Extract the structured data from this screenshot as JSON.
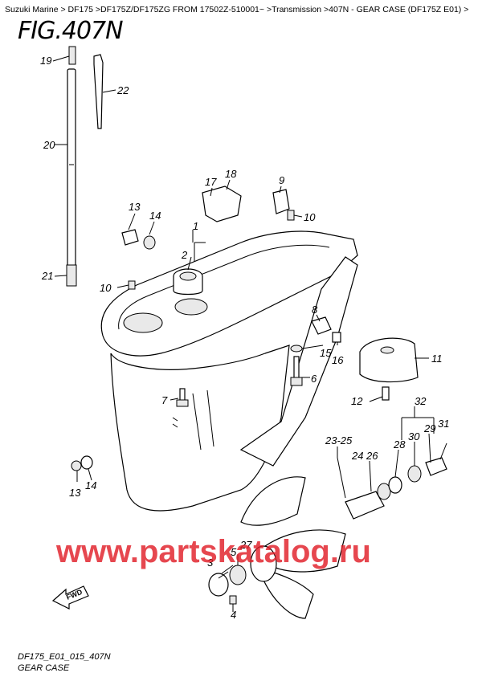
{
  "breadcrumb": "Suzuki Marine > DF175 >DF175Z/DF175ZG FROM 17502Z-510001~ >Transmission >407N - GEAR CASE (DF175Z E01) >",
  "figure": {
    "title": "FIG.407N"
  },
  "callouts": {
    "p1": "1",
    "p2": "2",
    "p3": "3",
    "p4": "4",
    "p5": "5",
    "p6": "6",
    "p7": "7",
    "p8": "8",
    "p9": "9",
    "p10a": "10",
    "p10b": "10",
    "p11": "11",
    "p12": "12",
    "p13a": "13",
    "p13b": "13",
    "p14a": "14",
    "p14b": "14",
    "p15": "15",
    "p16": "16",
    "p17": "17",
    "p18": "18",
    "p19": "19",
    "p20": "20",
    "p21": "21",
    "p22": "22",
    "p23_25": "23-25",
    "p24": "24",
    "p26": "26",
    "p27": "27",
    "p28": "28",
    "p29": "29",
    "p30": "30",
    "p31": "31",
    "p32": "32"
  },
  "fwd_label": "FWD",
  "watermark": "www.partskatalog.ru",
  "footer": {
    "code": "DF175_E01_015_407N",
    "name": "GEAR CASE"
  }
}
